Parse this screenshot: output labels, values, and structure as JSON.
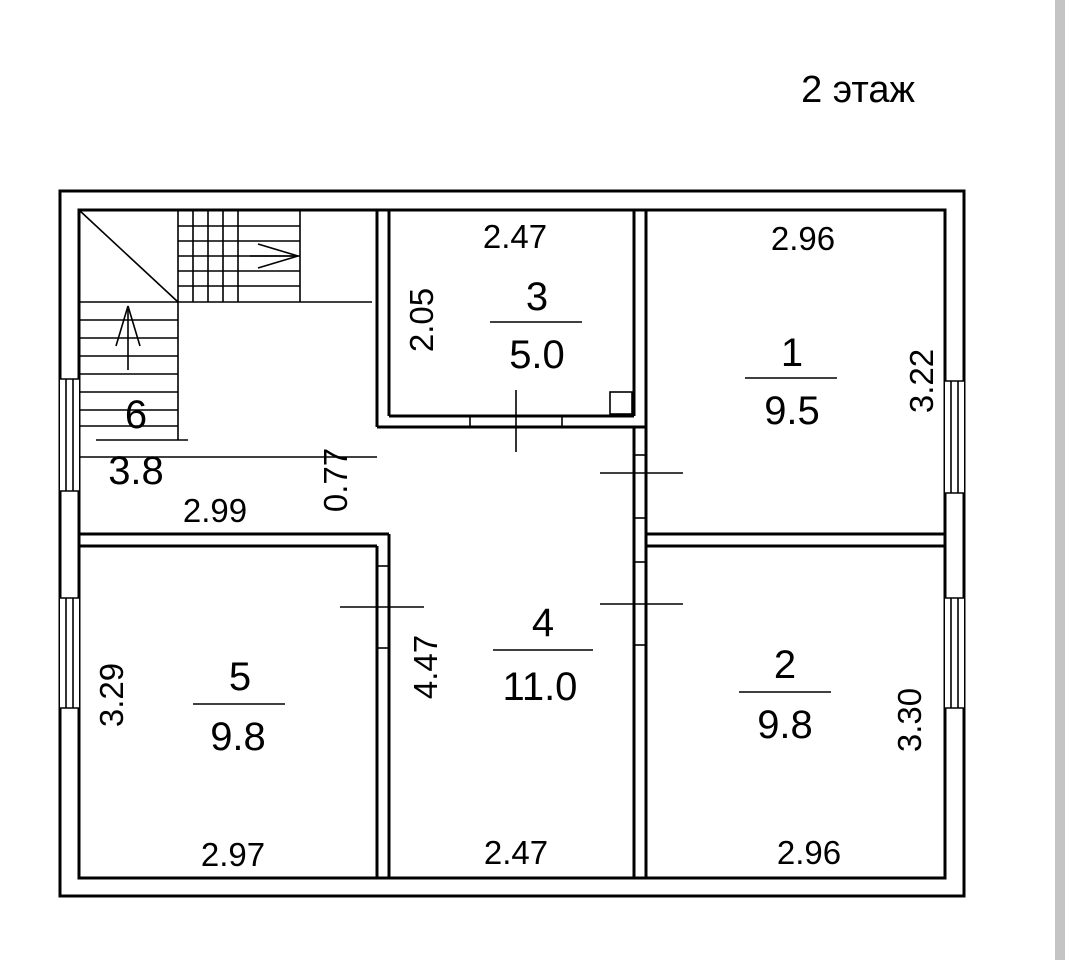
{
  "floor_label": "2 этаж",
  "rooms": [
    {
      "number": "1",
      "area": "9.5"
    },
    {
      "number": "2",
      "area": "9.8"
    },
    {
      "number": "3",
      "area": "5.0"
    },
    {
      "number": "4",
      "area": "11.0"
    },
    {
      "number": "5",
      "area": "9.8"
    },
    {
      "number": "6",
      "area": "3.8"
    }
  ],
  "dimensions": {
    "room1_width": "2.96",
    "room1_height": "3.22",
    "room2_width": "2.96",
    "room2_height": "3.30",
    "room3_width": "2.47",
    "room3_height": "2.05",
    "room4_width": "2.47",
    "room4_height": "4.47",
    "room5_width": "2.97",
    "room5_height": "3.29",
    "room6_width": "2.99",
    "room6_depth": "0.77"
  }
}
